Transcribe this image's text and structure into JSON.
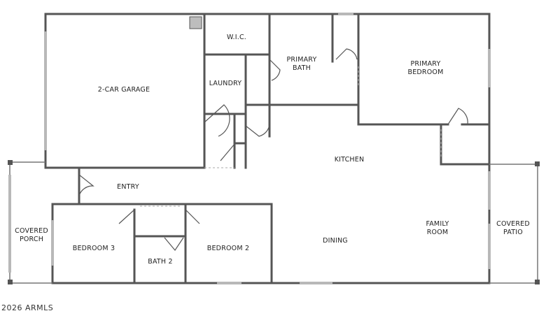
{
  "colors": {
    "wall": "#555555",
    "window": "#b8b8b8",
    "door": "#555555",
    "label": "#222222",
    "fill_post": "#bdbdbd"
  },
  "rooms": {
    "garage": "2-CAR GARAGE",
    "wic": "W.I.C.",
    "laundry": "LAUNDRY",
    "primary_bath": [
      "PRIMARY",
      "BATH"
    ],
    "primary_bedroom": [
      "PRIMARY",
      "BEDROOM"
    ],
    "kitchen": "KITCHEN",
    "entry": "ENTRY",
    "covered_porch": [
      "COVERED",
      "PORCH"
    ],
    "bedroom3": "BEDROOM 3",
    "bath2": "BATH 2",
    "bedroom2": "BEDROOM 2",
    "dining": "DINING",
    "family_room": [
      "FAMILY",
      "ROOM"
    ],
    "covered_patio": [
      "COVERED",
      "PATIO"
    ]
  },
  "footer": {
    "copyright": "2026 ARMLS"
  }
}
